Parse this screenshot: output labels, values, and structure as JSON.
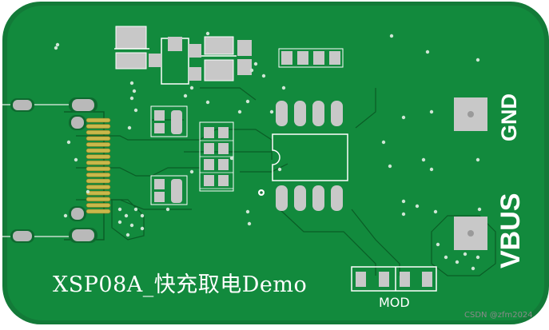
{
  "board": {
    "title": "XSP08A_快充取电Demo",
    "mod_label": "MOD",
    "gnd_label": "GND",
    "vbus_label": "VBUS"
  },
  "watermark": "CSDN @zfm2024",
  "colors": {
    "board": "#12803a",
    "copper_outline": "#0b5e27",
    "pad": "#c8c8c8",
    "silkscreen": "#ffffff",
    "gold": "#c9b84a"
  }
}
